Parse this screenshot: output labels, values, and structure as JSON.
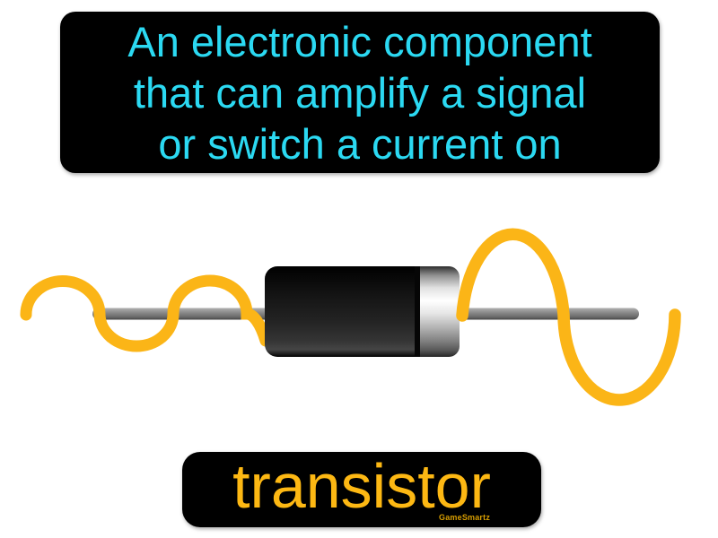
{
  "colors": {
    "page_bg": "#ffffff",
    "card_bg": "#000000",
    "definition_text": "#2bd9f2",
    "term_text": "#fdb813",
    "watermark_text": "#d89e00",
    "wave": "#fbb517",
    "lead_gray": "#8a8a8a",
    "body_black": "#161616",
    "band_silver": "#e8e8e8"
  },
  "definition_card": {
    "lines": [
      "An electronic component",
      "that can amplify a signal",
      "or switch a current on"
    ]
  },
  "term_card": {
    "term": "transistor",
    "watermark": "GameSmartz"
  },
  "illustration": {
    "subject": "transistor-component-amplifying-signal",
    "input_wave": "small-amplitude-sine-wave",
    "output_wave": "large-amplitude-sine-wave"
  }
}
